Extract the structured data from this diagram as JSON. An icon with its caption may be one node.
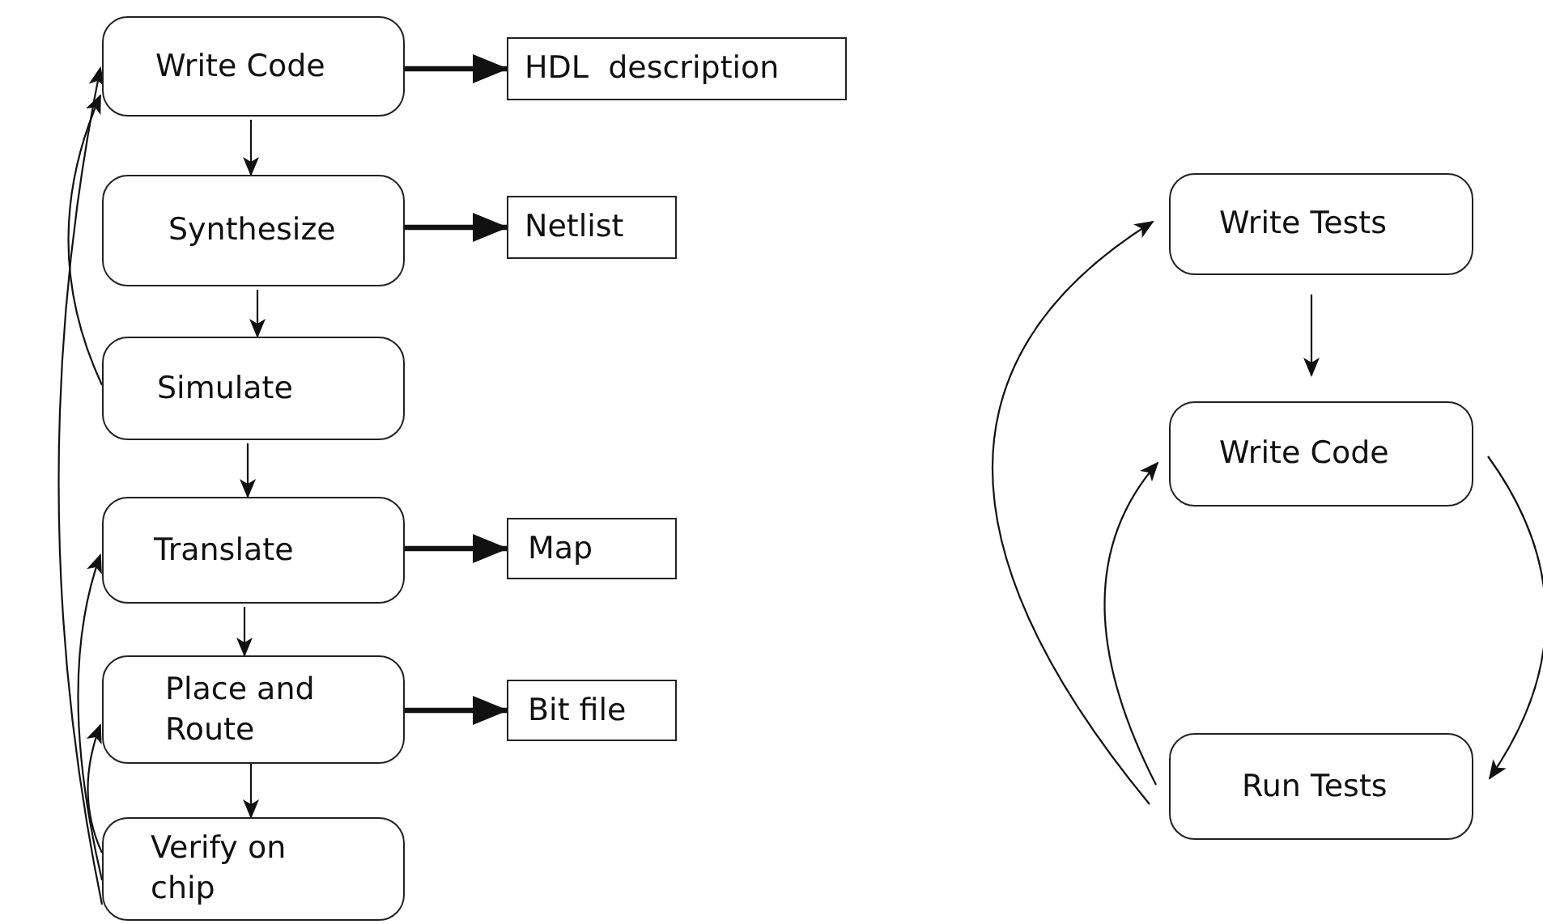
{
  "diagram": {
    "nodes": [
      {
        "text": [
          "Write Code"
        ]
      },
      {
        "text": [
          "HDL  description"
        ]
      },
      {
        "text": [
          "Synthesize"
        ]
      },
      {
        "text": [
          "Netlist"
        ]
      },
      {
        "text": [
          "Simulate"
        ]
      },
      {
        "text": [
          "Translate"
        ]
      },
      {
        "text": [
          "Map"
        ]
      },
      {
        "text": [
          "Place and Route"
        ]
      },
      {
        "text": [
          "Bit file"
        ]
      },
      {
        "text": [
          "Verify on chip"
        ]
      },
      {
        "text": [
          "Write Tests"
        ]
      },
      {
        "text": [
          "Write Code"
        ]
      },
      {
        "text": [
          "Run Tests"
        ]
      }
    ],
    "edges": [
      {
        "from": 0,
        "to": 1,
        "arrow": "to",
        "style": "thick"
      },
      {
        "from": 0,
        "to": 2,
        "arrow": "to"
      },
      {
        "from": 2,
        "to": 3,
        "arrow": "to",
        "style": "thick"
      },
      {
        "from": 2,
        "to": 4,
        "arrow": "to"
      },
      {
        "from": 4,
        "to": 0,
        "arrow": "to"
      },
      {
        "from": 4,
        "to": 5,
        "arrow": "to"
      },
      {
        "from": 5,
        "to": 6,
        "arrow": "to",
        "style": "thick"
      },
      {
        "from": 5,
        "to": 7,
        "arrow": "to"
      },
      {
        "from": 7,
        "to": 8,
        "arrow": "to",
        "style": "thick"
      },
      {
        "from": 7,
        "to": 9,
        "arrow": "to"
      },
      {
        "from": 9,
        "to": 0,
        "arrow": "to"
      },
      {
        "from": 9,
        "to": 5,
        "arrow": "to"
      },
      {
        "from": 9,
        "to": 7,
        "arrow": "to"
      },
      {
        "from": 10,
        "to": 11,
        "arrow": "to"
      },
      {
        "from": 11,
        "to": 12,
        "arrow": "to"
      },
      {
        "from": 12,
        "to": 11,
        "arrow": "to"
      },
      {
        "from": 12,
        "to": 10,
        "arrow": "to"
      }
    ]
  }
}
